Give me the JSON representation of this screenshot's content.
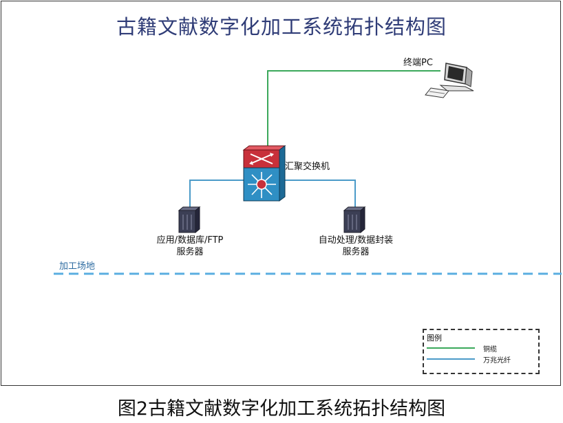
{
  "title": "古籍文献数字化加工系统拓扑结构图",
  "caption": "图2古籍文献数字化加工系统拓扑结构图",
  "nodes": {
    "terminal": {
      "label": "终端PC",
      "icon": "desktop-pc-icon"
    },
    "switch": {
      "label": "汇聚交换机",
      "icon": "core-switch-icon"
    },
    "server_left": {
      "label_line1": "应用/数据库/FTP",
      "label_line2": "服务器",
      "icon": "server-tower-icon"
    },
    "server_right": {
      "label_line1": "自动处理/数据封装",
      "label_line2": "服务器",
      "icon": "server-tower-icon"
    }
  },
  "area_label": "加工场地",
  "legend": {
    "title": "图例",
    "items": [
      {
        "label": "铜缆",
        "color": "#3aa85a"
      },
      {
        "label": "万兆光纤",
        "color": "#4a9ac8"
      }
    ]
  },
  "colors": {
    "copper": "#3aa85a",
    "fiber": "#4a9ac8",
    "boundary": "#5aaee0",
    "title": "#2f3c77"
  }
}
